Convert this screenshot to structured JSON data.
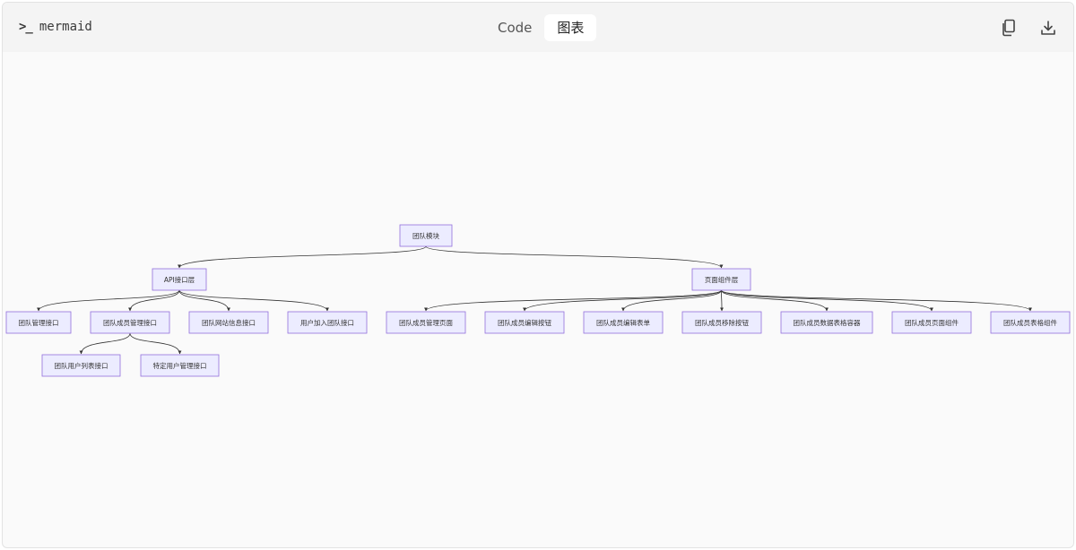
{
  "toolbar": {
    "brand_label": "mermaid",
    "tabs": [
      {
        "label": "Code",
        "active": false
      },
      {
        "label": "图表",
        "active": true
      }
    ],
    "icons": {
      "prompt": "terminal-prompt-icon",
      "copy": "copy-icon",
      "download": "download-icon"
    }
  },
  "colors": {
    "node_fill": "#ECECFF",
    "node_stroke": "#9370DB",
    "edge": "#333333",
    "background": "#FAFAFA"
  },
  "diagram": {
    "nodes": [
      {
        "id": "team",
        "label": "团队模块"
      },
      {
        "id": "api",
        "label": "API接口层"
      },
      {
        "id": "ui",
        "label": "页面组件层"
      },
      {
        "id": "api1",
        "label": "团队管理接口"
      },
      {
        "id": "api2",
        "label": "团队成员管理接口"
      },
      {
        "id": "api3",
        "label": "团队网站信息接口"
      },
      {
        "id": "api4",
        "label": "用户加入团队接口"
      },
      {
        "id": "api2a",
        "label": "团队用户列表接口"
      },
      {
        "id": "api2b",
        "label": "特定用户管理接口"
      },
      {
        "id": "ui1",
        "label": "团队成员管理页面"
      },
      {
        "id": "ui2",
        "label": "团队成员编辑按钮"
      },
      {
        "id": "ui3",
        "label": "团队成员编辑表单"
      },
      {
        "id": "ui4",
        "label": "团队成员移除按钮"
      },
      {
        "id": "ui5",
        "label": "团队成员数据表格容器"
      },
      {
        "id": "ui6",
        "label": "团队成员页面组件"
      },
      {
        "id": "ui7",
        "label": "团队成员表格组件"
      }
    ],
    "edges": [
      [
        "team",
        "api"
      ],
      [
        "team",
        "ui"
      ],
      [
        "api",
        "api1"
      ],
      [
        "api",
        "api2"
      ],
      [
        "api",
        "api3"
      ],
      [
        "api",
        "api4"
      ],
      [
        "api2",
        "api2a"
      ],
      [
        "api2",
        "api2b"
      ],
      [
        "ui",
        "ui1"
      ],
      [
        "ui",
        "ui2"
      ],
      [
        "ui",
        "ui3"
      ],
      [
        "ui",
        "ui4"
      ],
      [
        "ui",
        "ui5"
      ],
      [
        "ui",
        "ui6"
      ],
      [
        "ui",
        "ui7"
      ]
    ]
  }
}
